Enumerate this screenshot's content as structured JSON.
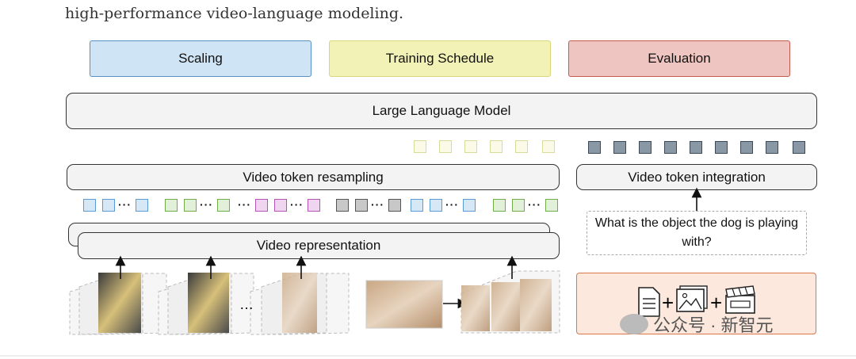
{
  "intro_text": "high-performance video-language modeling.",
  "categories": {
    "scaling": "Scaling",
    "training": "Training Schedule",
    "evaluation": "Evaluation"
  },
  "llm_label": "Large Language Model",
  "resampling_label": "Video token resampling",
  "integration_label": "Video token integration",
  "representation_label": "Video representation",
  "question": "What is the object the dog is playing with?",
  "ellipsis": "···",
  "watermark": "公众号 · 新智元",
  "colors": {
    "blue_token": "#5b9bd5",
    "blue_fill": "#d6e8f6",
    "green_token": "#70ad47",
    "green_fill": "#e2efd9",
    "pink_token": "#b455b5",
    "pink_fill": "#f0d5f0",
    "gray_token": "#555555",
    "gray_fill": "#c8c8c8",
    "yellow_token": "#d8db9c",
    "yellow_fill": "#fafae6",
    "slate_token": "#3a4a5a",
    "slate_fill": "#8a98a6"
  },
  "icons": [
    "document-icon",
    "image-icon",
    "clapperboard-icon"
  ]
}
